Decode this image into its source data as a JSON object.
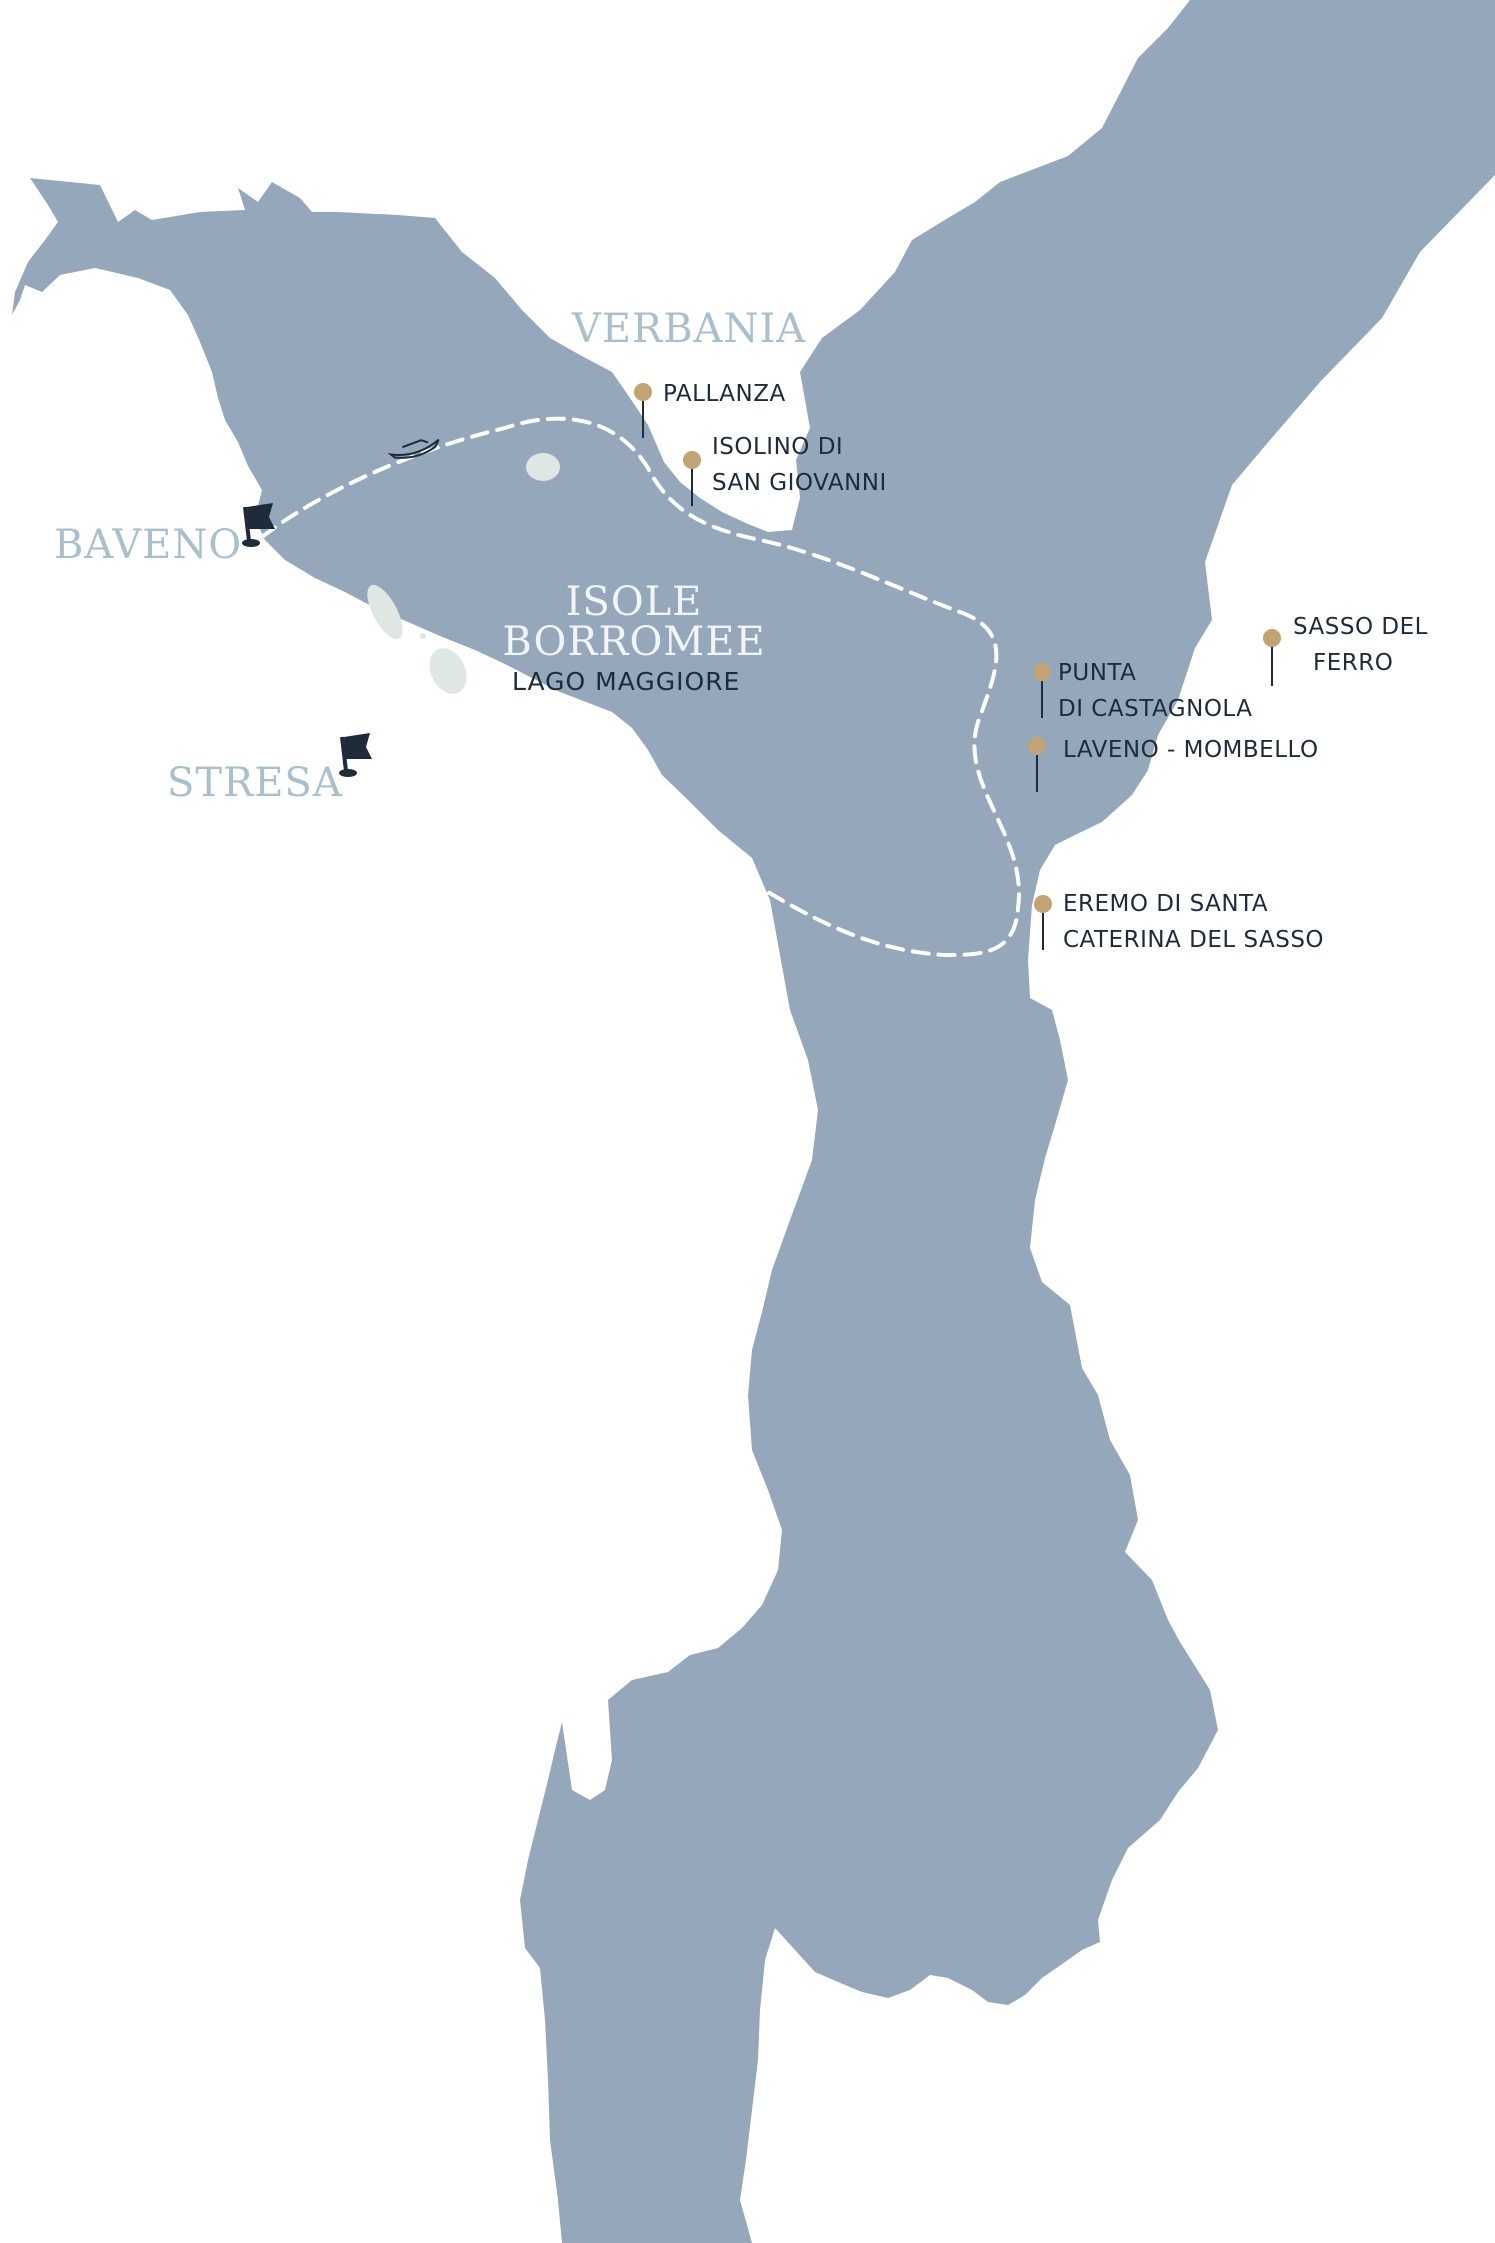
{
  "colors": {
    "lake": "#94A7BB",
    "island": "#DFE7E2",
    "town_label": "#A9BFCB",
    "title_light": "#F2F5F7",
    "dark_text": "#1D2B3B",
    "pin": "#C2A474",
    "route": "#FFFFFF",
    "flag": "#1D2B3B"
  },
  "towns": {
    "verbania": "VERBANIA",
    "baveno": "BAVENO",
    "stresa": "STRESA"
  },
  "title": {
    "line1": "ISOLE",
    "line2": "BORROMEE",
    "line3": "LAGO MAGGIORE"
  },
  "pois": {
    "pallanza": {
      "line1": "PALLANZA"
    },
    "isolino": {
      "line1": "ISOLINO DI",
      "line2": "SAN GIOVANNI"
    },
    "punta": {
      "line1": "PUNTA",
      "line2": "DI CASTAGNOLA"
    },
    "laveno": {
      "line1": "LAVENO - MOMBELLO"
    },
    "sasso": {
      "line1": "SASSO DEL",
      "line2": "FERRO"
    },
    "eremo": {
      "line1": "EREMO DI SANTA",
      "line2": "CATERINA DEL SASSO"
    }
  },
  "icons": {
    "start_flag": "flag-icon",
    "end_flag": "flag-icon",
    "boat": "boat-icon",
    "pin": "map-pin-icon"
  }
}
